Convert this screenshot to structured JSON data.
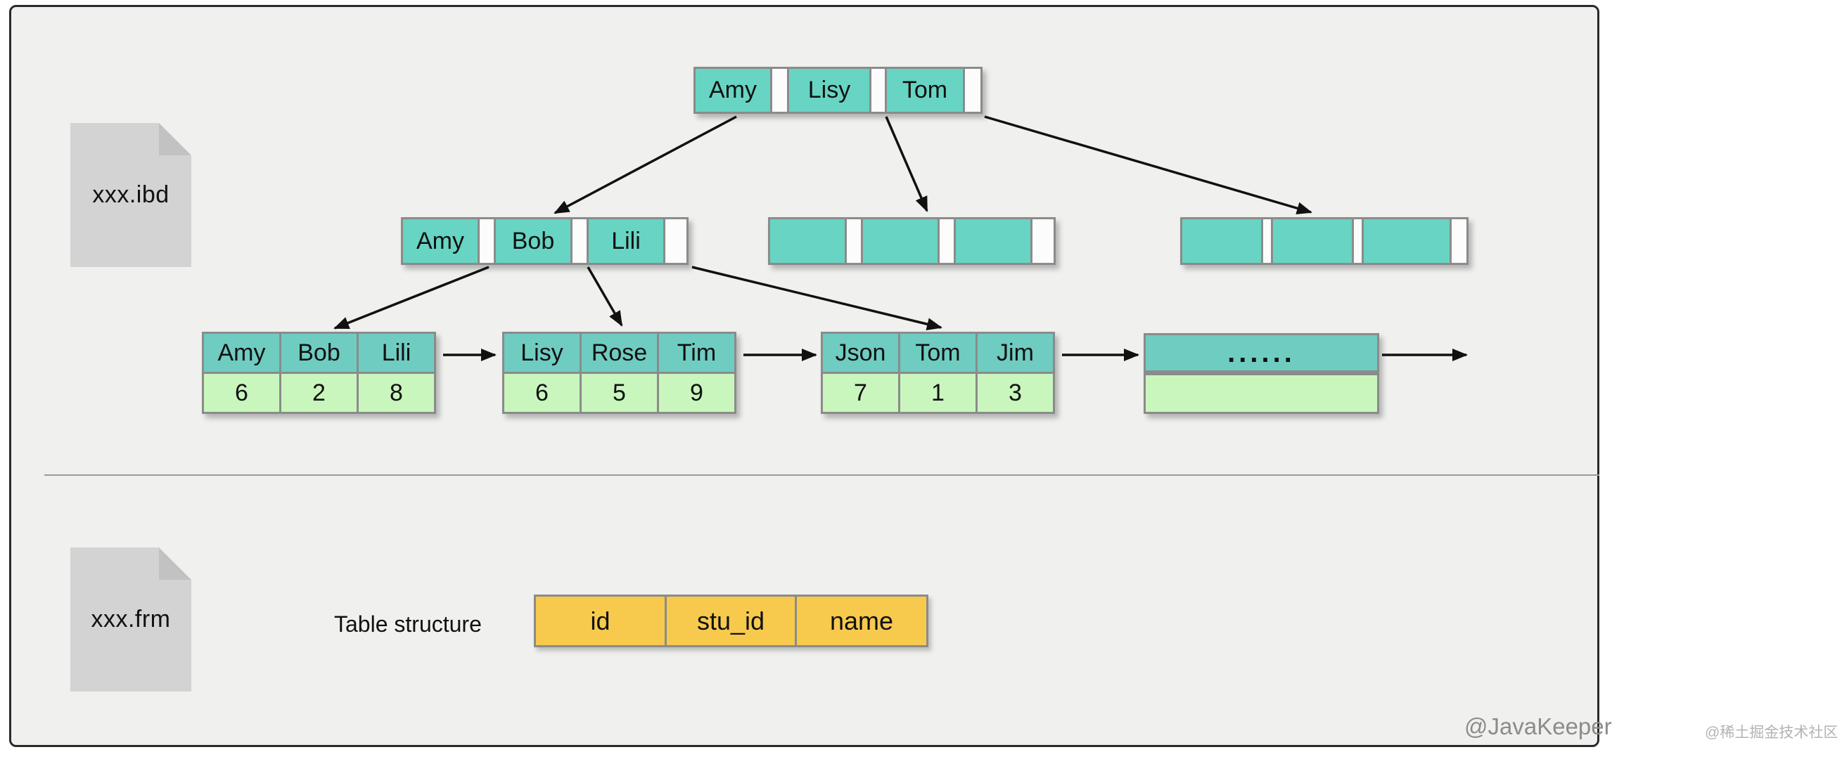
{
  "files": {
    "ibd_label": "xxx.ibd",
    "frm_label": "xxx.frm"
  },
  "tree": {
    "root": {
      "keys": [
        "Amy",
        "Lisy",
        "Tom"
      ]
    },
    "internal_nodes": [
      {
        "keys": [
          "Amy",
          "Bob",
          "Lili"
        ]
      },
      {
        "keys": [
          "",
          "",
          ""
        ]
      },
      {
        "keys": [
          "",
          "",
          ""
        ]
      }
    ],
    "leaf_nodes": [
      {
        "keys": [
          "Amy",
          "Bob",
          "Lili"
        ],
        "values": [
          "6",
          "2",
          "8"
        ]
      },
      {
        "keys": [
          "Lisy",
          "Rose",
          "Tim"
        ],
        "values": [
          "6",
          "5",
          "9"
        ]
      },
      {
        "keys": [
          "Json",
          "Tom",
          "Jim"
        ],
        "values": [
          "7",
          "1",
          "3"
        ]
      },
      {
        "keys": [
          "......"
        ],
        "values": [
          ""
        ]
      }
    ]
  },
  "table_structure": {
    "label": "Table structure",
    "columns": [
      "id",
      "stu_id",
      "name"
    ]
  },
  "watermarks": {
    "author": "@JavaKeeper",
    "community": "@稀土掘金技术社区"
  },
  "colors": {
    "teal_node": "#68d4c3",
    "teal_leaf_header": "#6fccc1",
    "leaf_value_green": "#c9f6bd",
    "table_yellow": "#f7ca4e",
    "file_icon_gray": "#d3d3d3",
    "cell_border_gray": "#8b8b8b",
    "board_background": "#f0f0ee",
    "arrow_black": "#111111"
  }
}
